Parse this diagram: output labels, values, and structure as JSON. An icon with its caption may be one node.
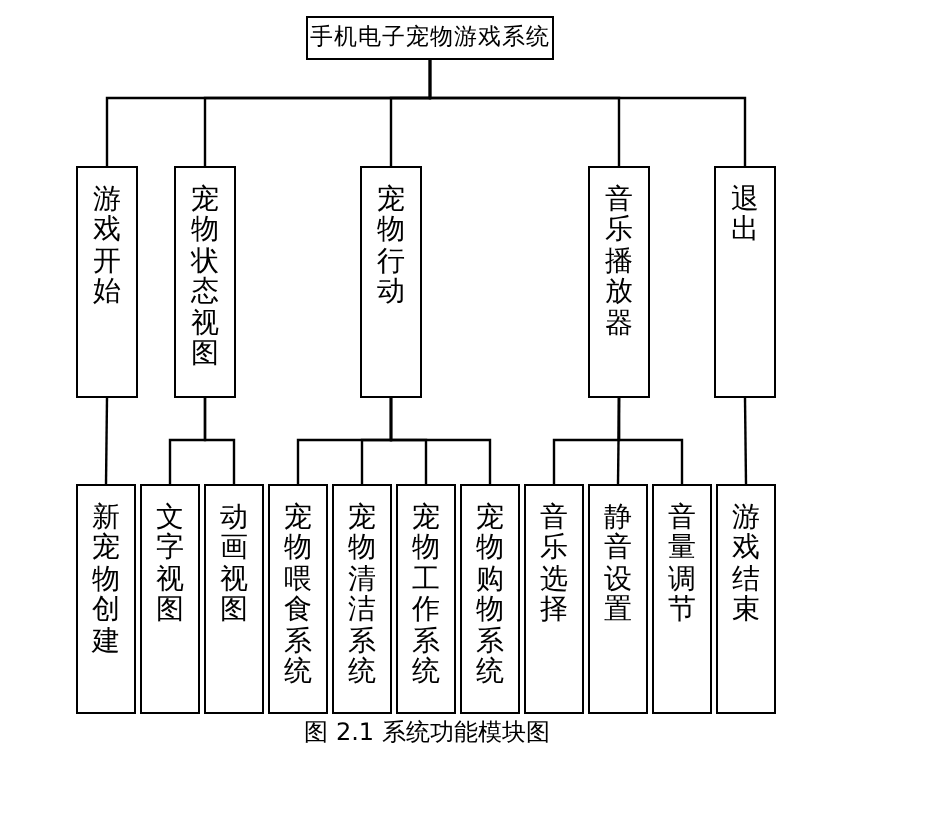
{
  "diagram": {
    "caption": "图 2.1 系统功能模块图",
    "nodes": [
      {
        "text": [
          "手机电子宠物游戏系统"
        ]
      },
      {
        "text": [
          "游戏开始"
        ]
      },
      {
        "text": [
          "宠物状态视图"
        ]
      },
      {
        "text": [
          "宠物行动"
        ]
      },
      {
        "text": [
          "音乐播放器"
        ]
      },
      {
        "text": [
          "退出"
        ]
      },
      {
        "text": [
          "新宠物创建"
        ]
      },
      {
        "text": [
          "文字视图"
        ]
      },
      {
        "text": [
          "动画视图"
        ]
      },
      {
        "text": [
          "宠物喂食系统"
        ]
      },
      {
        "text": [
          "宠物清洁系统"
        ]
      },
      {
        "text": [
          "宠物工作系统"
        ]
      },
      {
        "text": [
          "宠物购物系统"
        ]
      },
      {
        "text": [
          "音乐选择"
        ]
      },
      {
        "text": [
          "静音设置"
        ]
      },
      {
        "text": [
          "音量调节"
        ]
      },
      {
        "text": [
          "游戏结束"
        ]
      }
    ],
    "edges": [
      {
        "from": 0,
        "to": 1,
        "arrow": "none"
      },
      {
        "from": 0,
        "to": 2,
        "arrow": "none"
      },
      {
        "from": 0,
        "to": 3,
        "arrow": "none"
      },
      {
        "from": 0,
        "to": 4,
        "arrow": "none"
      },
      {
        "from": 0,
        "to": 5,
        "arrow": "none"
      },
      {
        "from": 1,
        "to": 6,
        "arrow": "none"
      },
      {
        "from": 2,
        "to": 7,
        "arrow": "none"
      },
      {
        "from": 2,
        "to": 8,
        "arrow": "none"
      },
      {
        "from": 3,
        "to": 9,
        "arrow": "none"
      },
      {
        "from": 3,
        "to": 10,
        "arrow": "none"
      },
      {
        "from": 3,
        "to": 11,
        "arrow": "none"
      },
      {
        "from": 3,
        "to": 12,
        "arrow": "none"
      },
      {
        "from": 4,
        "to": 13,
        "arrow": "none"
      },
      {
        "from": 4,
        "to": 14,
        "arrow": "none"
      },
      {
        "from": 4,
        "to": 15,
        "arrow": "none"
      },
      {
        "from": 5,
        "to": 16,
        "arrow": "none"
      }
    ]
  }
}
